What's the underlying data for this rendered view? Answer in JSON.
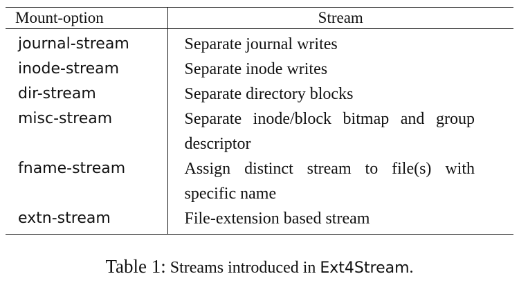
{
  "table": {
    "headers": {
      "option": "Mount-option",
      "stream": "Stream"
    },
    "rows": [
      {
        "option": "journal-stream",
        "description": "Separate journal writes"
      },
      {
        "option": "inode-stream",
        "description": "Separate inode writes"
      },
      {
        "option": "dir-stream",
        "description": "Separate directory blocks"
      },
      {
        "option": "misc-stream",
        "description": "Separate inode/block bitmap and group descriptor"
      },
      {
        "option": "fname-stream",
        "description": "Assign distinct stream to file(s) with specific name"
      },
      {
        "option": "extn-stream",
        "description": "File-extension based stream"
      }
    ]
  },
  "caption": {
    "label": "Table 1:",
    "text": "Streams introduced in",
    "system": "Ext4Stream",
    "end": "."
  }
}
